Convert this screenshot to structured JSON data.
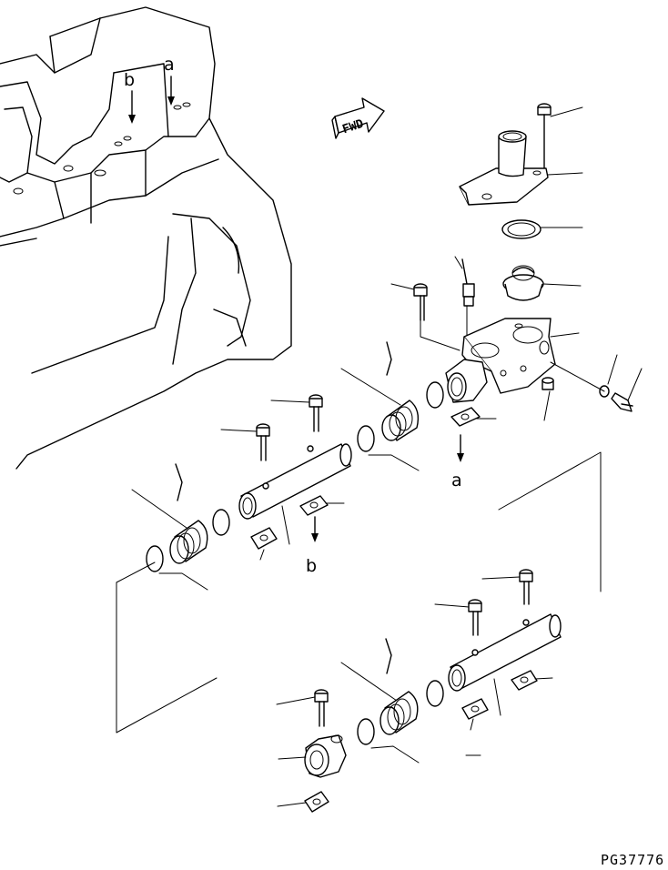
{
  "diagram": {
    "fwd_label": "FWD",
    "labels": {
      "a_engine": "a",
      "b_engine": "b",
      "a_port": "a",
      "b_port": "b"
    },
    "drawing_code": "PG37776"
  }
}
